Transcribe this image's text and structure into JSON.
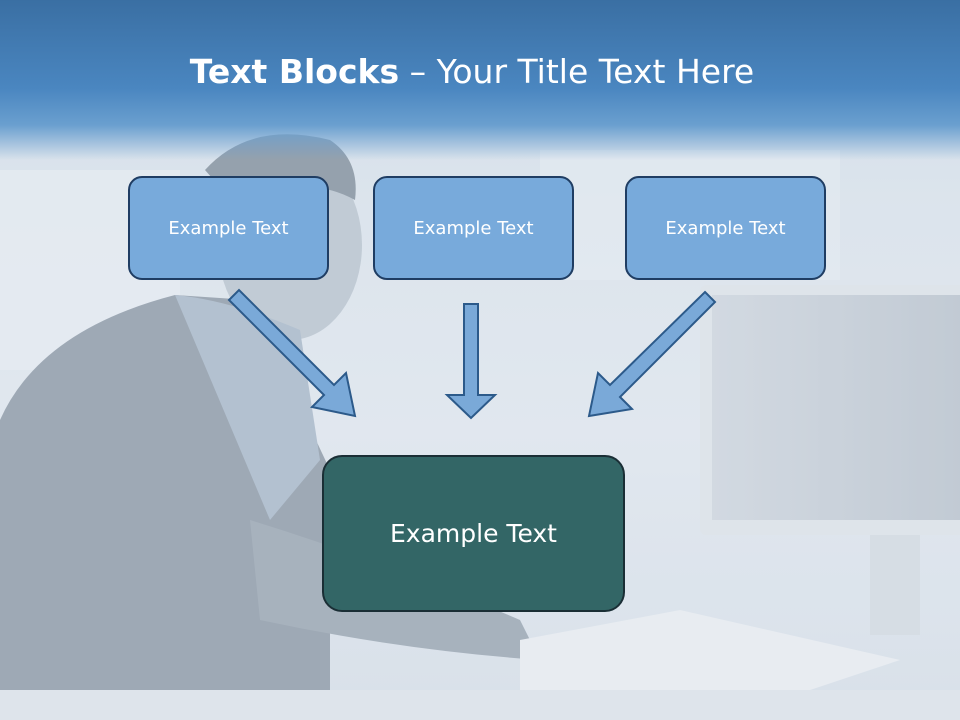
{
  "slide": {
    "title_bold": "Text Blocks",
    "title_rest": " – Your Title Text Here"
  },
  "blocks": {
    "top": [
      "Example Text",
      "Example Text",
      "Example Text"
    ],
    "bottom": "Example Text"
  },
  "colors": {
    "header": "#4a86c0",
    "top_box_fill": "#78aadb",
    "top_box_border": "#1f3d63",
    "bottom_box_fill": "#336666",
    "arrow_fill": "#7aa9d8",
    "arrow_stroke": "#2c5a8a"
  },
  "background": {
    "description_icon": "office-worker-photo"
  }
}
